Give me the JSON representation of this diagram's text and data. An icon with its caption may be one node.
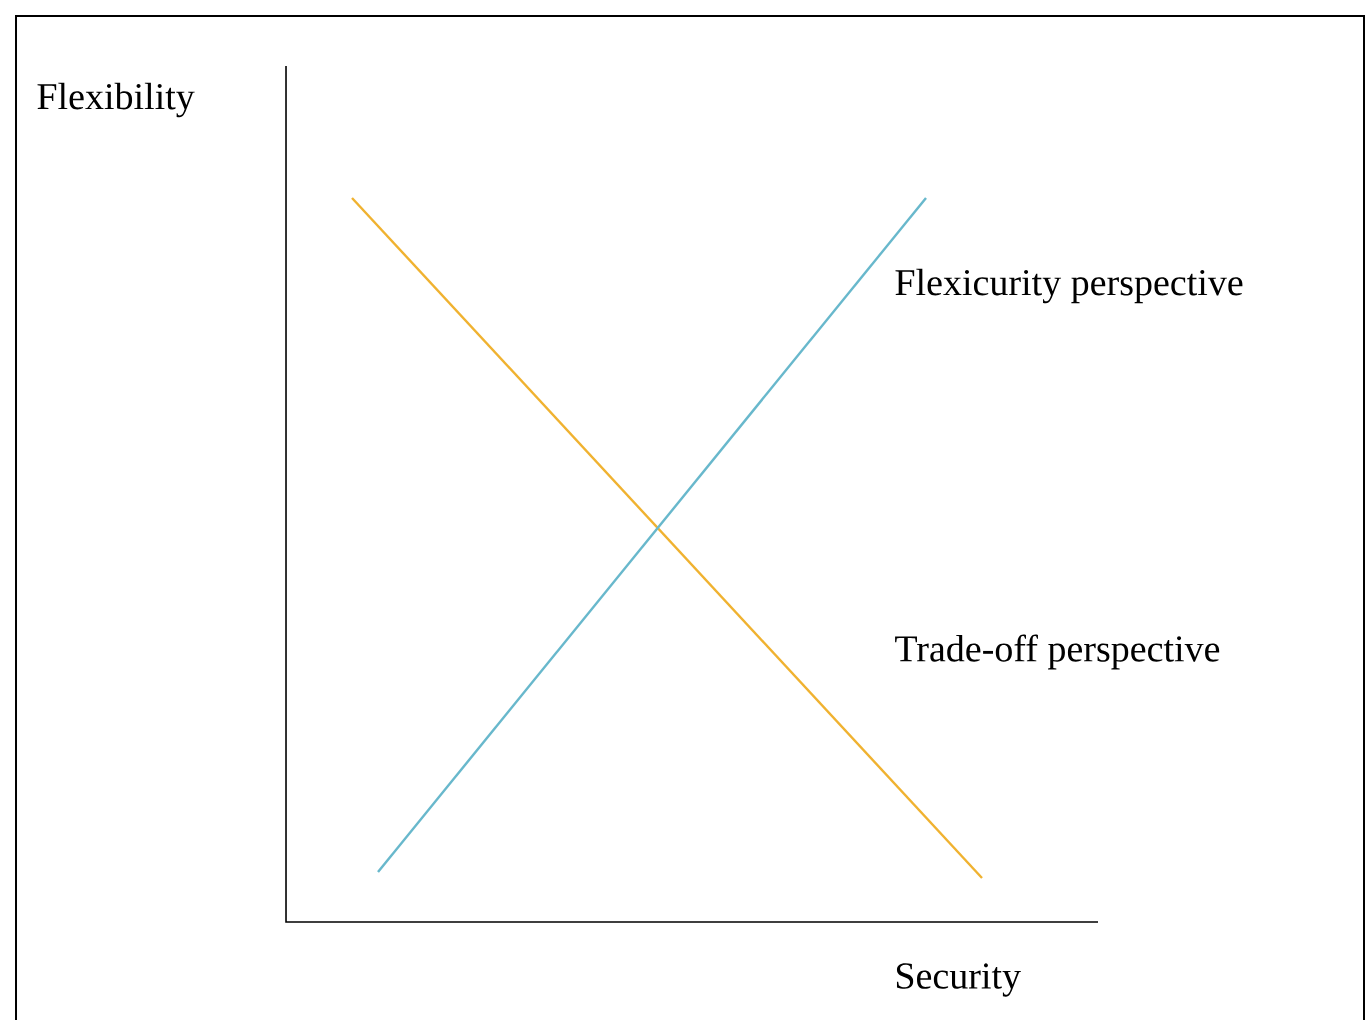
{
  "diagram": {
    "labels": [
      "Flexibility",
      "Flexicurity perspective",
      "Trade-off perspective",
      "Security"
    ]
  }
}
